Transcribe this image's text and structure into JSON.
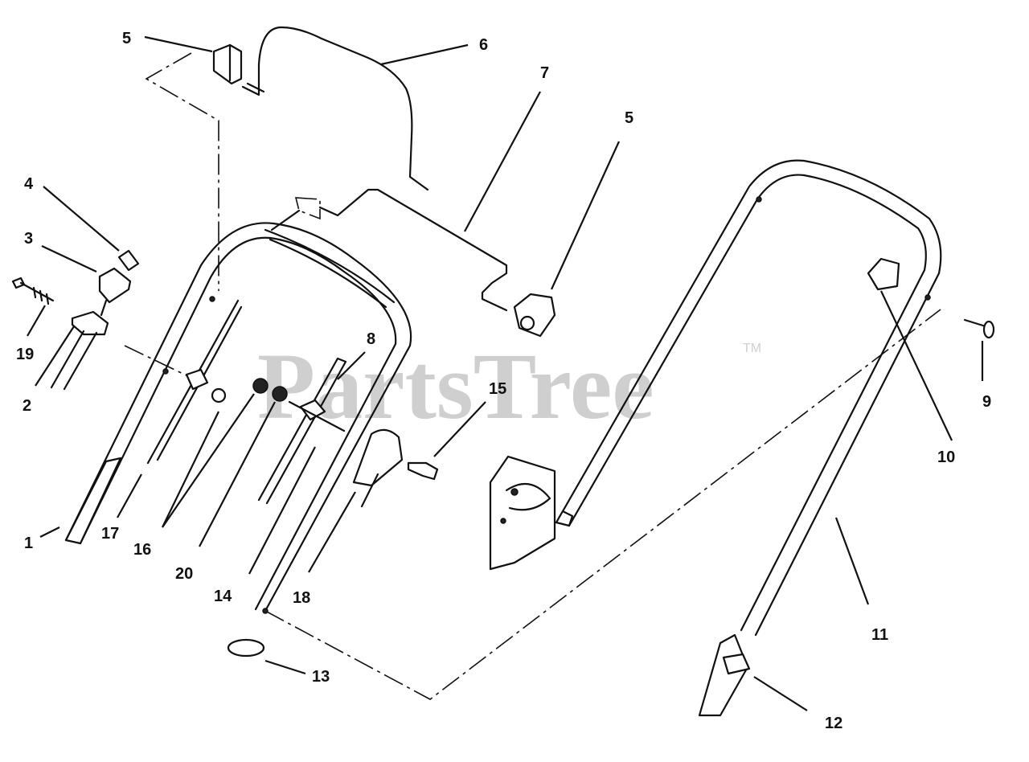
{
  "watermark": {
    "text": "PartsTree",
    "trademark": "TM"
  },
  "callouts": [
    {
      "id": "c5a",
      "label": "5"
    },
    {
      "id": "c6",
      "label": "6"
    },
    {
      "id": "c7",
      "label": "7"
    },
    {
      "id": "c5b",
      "label": "5"
    },
    {
      "id": "c4",
      "label": "4"
    },
    {
      "id": "c3",
      "label": "3"
    },
    {
      "id": "c19",
      "label": "19"
    },
    {
      "id": "c2",
      "label": "2"
    },
    {
      "id": "c8",
      "label": "8"
    },
    {
      "id": "c15",
      "label": "15"
    },
    {
      "id": "c1",
      "label": "1"
    },
    {
      "id": "c17",
      "label": "17"
    },
    {
      "id": "c16",
      "label": "16"
    },
    {
      "id": "c20",
      "label": "20"
    },
    {
      "id": "c14",
      "label": "14"
    },
    {
      "id": "c18",
      "label": "18"
    },
    {
      "id": "c13",
      "label": "13"
    },
    {
      "id": "c10",
      "label": "10"
    },
    {
      "id": "c9",
      "label": "9"
    },
    {
      "id": "c11",
      "label": "11"
    },
    {
      "id": "c12",
      "label": "12"
    }
  ]
}
